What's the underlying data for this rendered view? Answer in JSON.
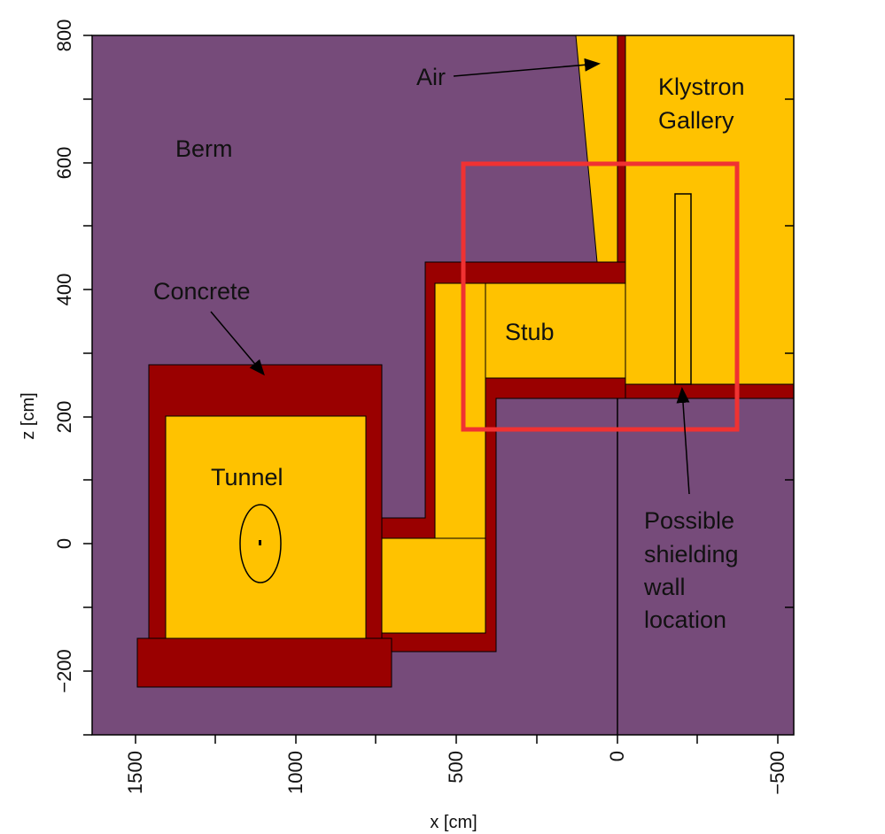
{
  "diagram": {
    "axes": {
      "x_label": "x [cm]",
      "z_label": "z [cm]",
      "x_ticks": [
        "1500",
        "1000",
        "500",
        "0",
        "−500"
      ],
      "z_ticks": [
        "800",
        "600",
        "400",
        "200",
        "0",
        "−200"
      ]
    },
    "regions": {
      "berm": "Berm",
      "air": "Air",
      "klystron_line1": "Klystron",
      "klystron_line2": "Gallery",
      "concrete": "Concrete",
      "stub": "Stub",
      "tunnel": "Tunnel",
      "shield_line1": "Possible",
      "shield_line2": "shielding",
      "shield_line3": "wall",
      "shield_line4": "location"
    },
    "colors": {
      "berm": "#764b7a",
      "air": "#ffc200",
      "concrete": "#9a0000",
      "highlight": "#f03232"
    }
  }
}
